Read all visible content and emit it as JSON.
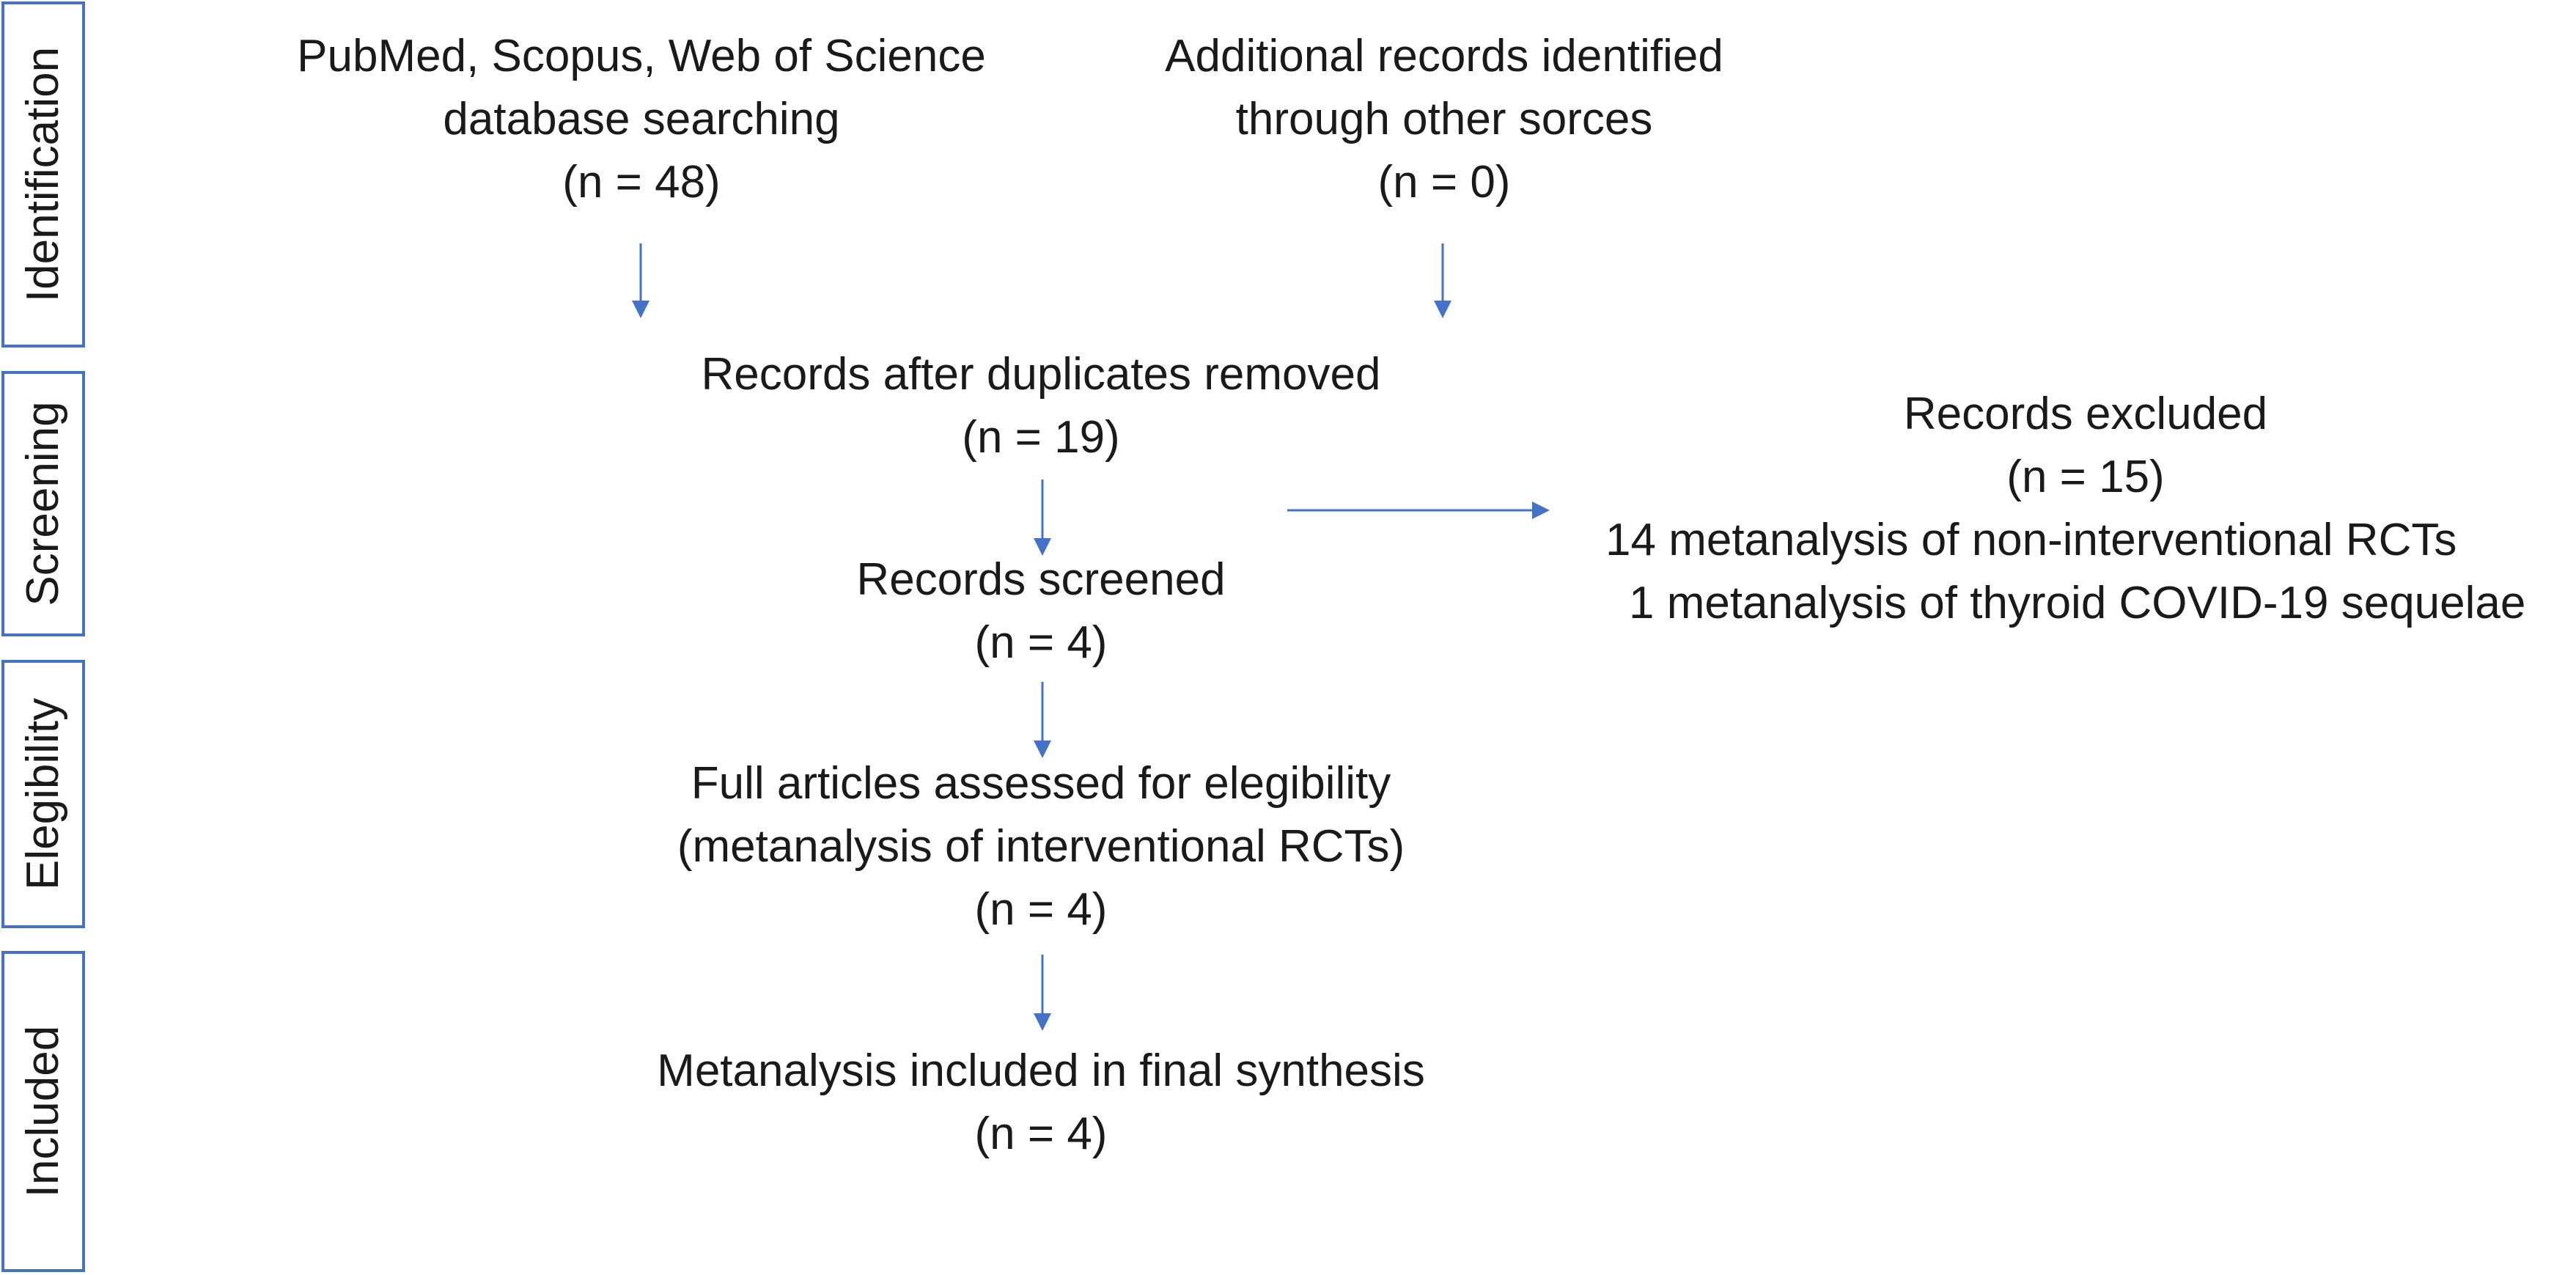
{
  "phases": {
    "identification": "Identification",
    "screening": "Screening",
    "eligibility": "Elegibility",
    "included": "Included"
  },
  "boxes": {
    "database_search": {
      "line1": "PubMed, Scopus, Web of Science",
      "line2": "database searching",
      "count": "(n = 48)"
    },
    "other_sources": {
      "line1": "Additional records identified",
      "line2": "through other sorces",
      "count": "(n = 0)"
    },
    "duplicates_removed": {
      "line1": "Records after duplicates removed",
      "count": "(n = 19)"
    },
    "screened": {
      "line1": "Records screened",
      "count": "(n = 4)"
    },
    "excluded": {
      "line1": "Records excluded",
      "count": "(n = 15)",
      "reason1": "14 metanalysis of non-interventional RCTs",
      "reason2": "1 metanalysis of thyroid COVID-19 sequelae"
    },
    "full_articles": {
      "line1": "Full articles assessed for elegibility",
      "line2": "(metanalysis of interventional RCTs)",
      "count": "(n = 4)"
    },
    "included_synthesis": {
      "line1": "Metanalysis included in final synthesis",
      "count": "(n = 4)"
    }
  },
  "colors": {
    "accent": "#4472c4",
    "text": "#1a1a1a"
  }
}
